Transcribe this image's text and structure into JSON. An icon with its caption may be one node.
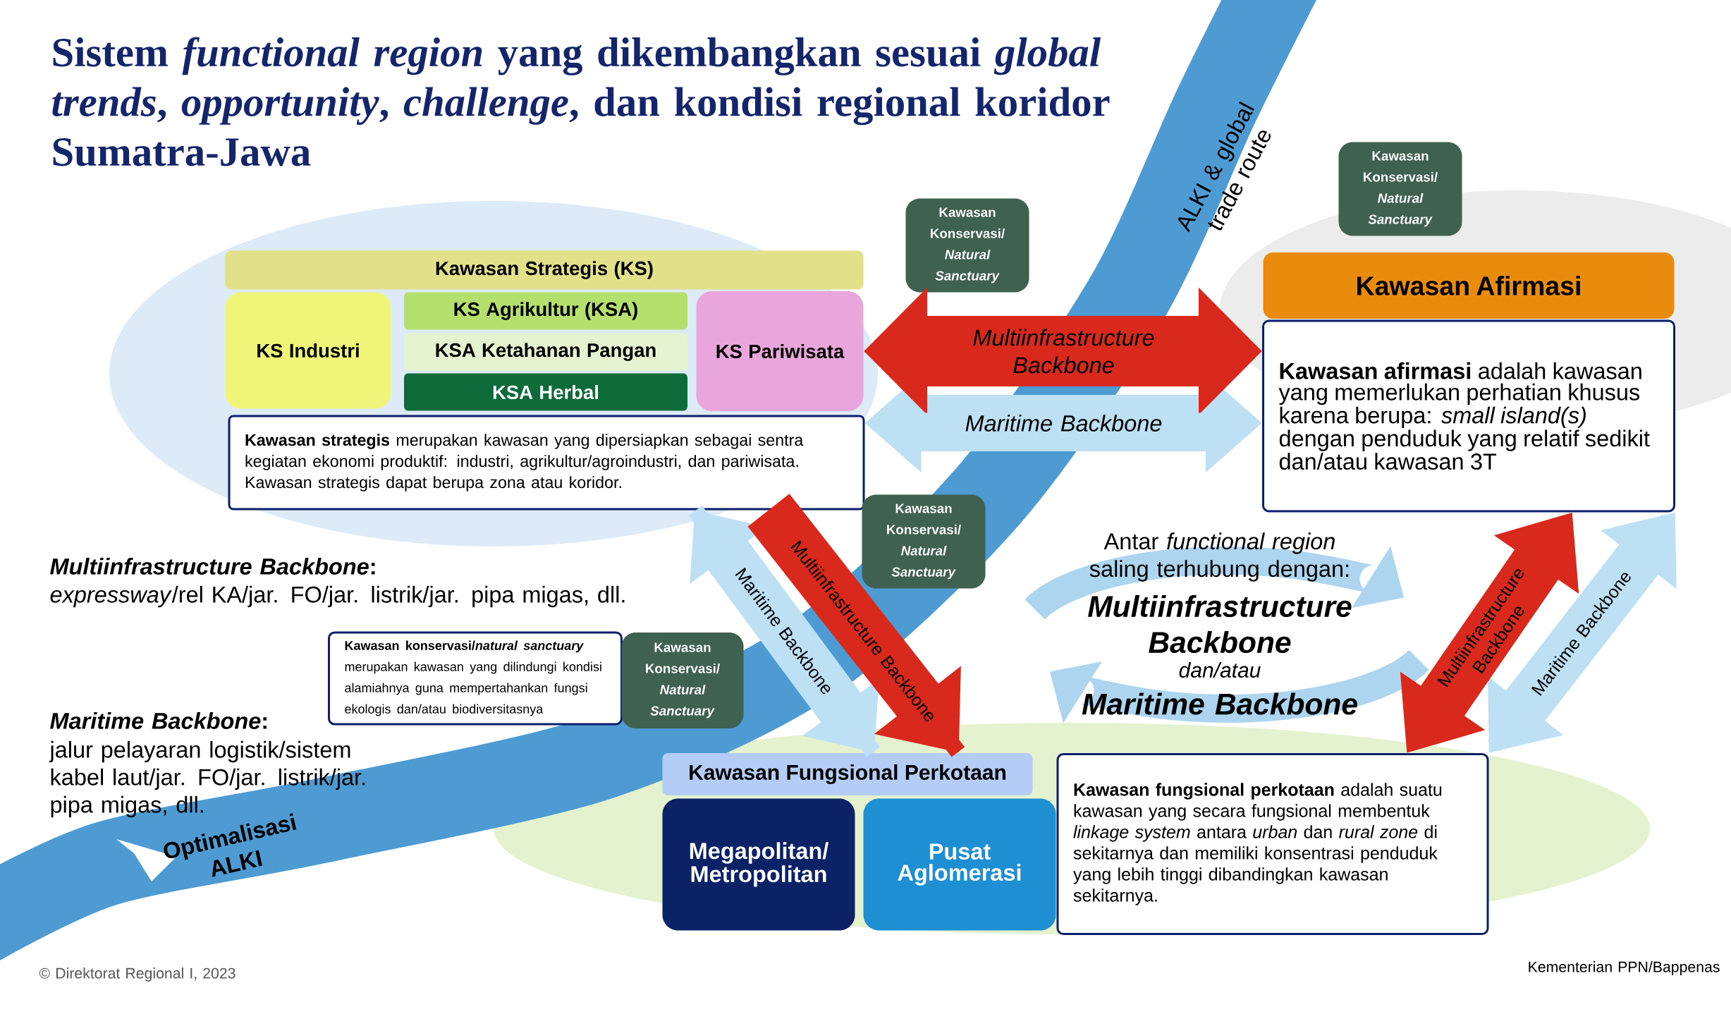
{
  "diagram": {
    "title": "Sistem *functional region* yang dikembangkan sesuai *global trends*, *opportunity*, *challenge*, dan kondisi regional koridor Sumatra-Jawa",
    "nodes": [
      {
        "text": [
          "Kawasan Strategis (KS)"
        ]
      },
      {
        "text": [
          "KS Industri"
        ]
      },
      {
        "text": [
          "KS Agrikultur (KSA)"
        ]
      },
      {
        "text": [
          "KSA Ketahanan Pangan"
        ]
      },
      {
        "text": [
          "KSA Herbal"
        ]
      },
      {
        "text": [
          "KS Pariwisata"
        ]
      },
      {
        "text": [
          "**Kawasan strategis** merupakan kawasan yang dipersiapkan sebagai sentra kegiatan ekonomi produktif: industri, agrikultur/agroindustri, dan pariwisata. Kawasan strategis dapat berupa zona atau koridor."
        ]
      },
      {
        "text": [
          "Kawasan Konservasi/ *Natural Sanctuary*"
        ]
      },
      {
        "text": [
          "Kawasan Konservasi/ *Natural Sanctuary*"
        ]
      },
      {
        "text": [
          "Kawasan Afirmasi"
        ]
      },
      {
        "text": [
          "**Kawasan afirmasi** adalah kawasan yang memerlukan perhatian khusus karena berupa: *small island(s)* dengan penduduk yang relatif sedikit dan/atau kawasan 3T"
        ]
      },
      {
        "text": [
          "Kawasan Konservasi/ *Natural Sanctuary*"
        ]
      },
      {
        "text": [
          "Kawasan konservasi/*natural sanctuary*",
          "merupakan kawasan yang dilindungi kondisi alamiahnya guna mempertahankan fungsi ekologis dan/atau biodiversitasnya"
        ]
      },
      {
        "text": [
          "Kawasan Konservasi/ *Natural Sanctuary*"
        ]
      },
      {
        "text": [
          "Kawasan Fungsional Perkotaan"
        ]
      },
      {
        "text": [
          "Megapolitan/ Metropolitan"
        ]
      },
      {
        "text": [
          "Pusat Aglomerasi"
        ]
      },
      {
        "text": [
          "**Kawasan fungsional perkotaan** adalah suatu kawasan yang secara fungsional membentuk *linkage system* antara *urban* dan *rural zone* di sekitarnya dan memiliki konsentrasi penduduk yang lebih tinggi dibandingkan kawasan sekitarnya."
        ]
      }
    ],
    "edges": [
      {
        "from": 5,
        "to": 10,
        "arrow": "both",
        "label": "Multiinfrastructure Backbone",
        "color": "#d9291c"
      },
      {
        "from": 6,
        "to": 10,
        "arrow": "both",
        "label": "Maritime Backbone",
        "color": "#bde0f5"
      },
      {
        "from": 6,
        "to": 14,
        "arrow": "both",
        "label": "Maritime Backbone",
        "color": "#bde0f5"
      },
      {
        "from": 6,
        "to": 14,
        "arrow": "to",
        "label": "Multiinfrastructure Backbone",
        "color": "#d9291c"
      },
      {
        "from": 10,
        "to": 17,
        "arrow": "both",
        "label": "Multiinfrastructure Backbone",
        "color": "#d9291c"
      },
      {
        "from": 10,
        "to": 17,
        "arrow": "both",
        "label": "Maritime Backbone",
        "color": "#bde0f5"
      }
    ],
    "labels": [
      "ALKI & global trade route",
      "*Multiinfrastructure Backbone*:",
      "*expressway*/rel KA/jar. FO/jar. listrik/jar. pipa migas, dll.",
      "Antar *functional region* saling terhubung dengan:",
      "Multiinfrastructure Backbone",
      "dan/atau",
      "Maritime Backbone",
      "*Maritime Backbone*:",
      "jalur pelayaran logistik/sistem kabel laut/jar. FO/jar. listrik/jar. pipa migas, dll.",
      "Optimalisasi ALKI",
      "© Direktorat Regional I, 2023",
      "Kementerian PPN/Bappenas"
    ]
  }
}
